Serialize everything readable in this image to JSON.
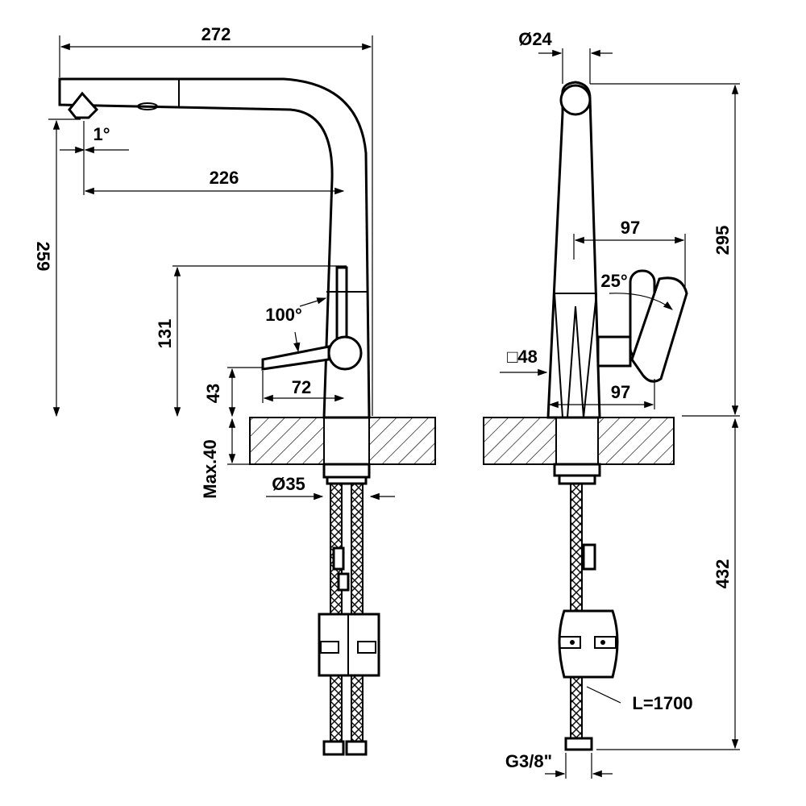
{
  "colors": {
    "line": "#000000",
    "background": "#ffffff"
  },
  "front_view": {
    "dim_total_width": "272",
    "dim_spout_reach": "226",
    "dim_spout_angle": "1°",
    "dim_total_height": "259",
    "dim_handle_height": "131",
    "dim_handle_angle": "100°",
    "dim_lever_height": "43",
    "dim_lever_reach": "72",
    "dim_max_thickness": "Max.40",
    "dim_hole_diameter": "Ø35"
  },
  "side_view": {
    "dim_top_diameter": "Ø24",
    "dim_height": "295",
    "dim_handle_reach_top": "97",
    "dim_handle_angle": "25°",
    "dim_base_square": "□48",
    "dim_handle_reach_bottom": "97",
    "dim_hose_length_below": "432",
    "dim_hose_length": "L=1700",
    "dim_thread": "G3/8\""
  }
}
